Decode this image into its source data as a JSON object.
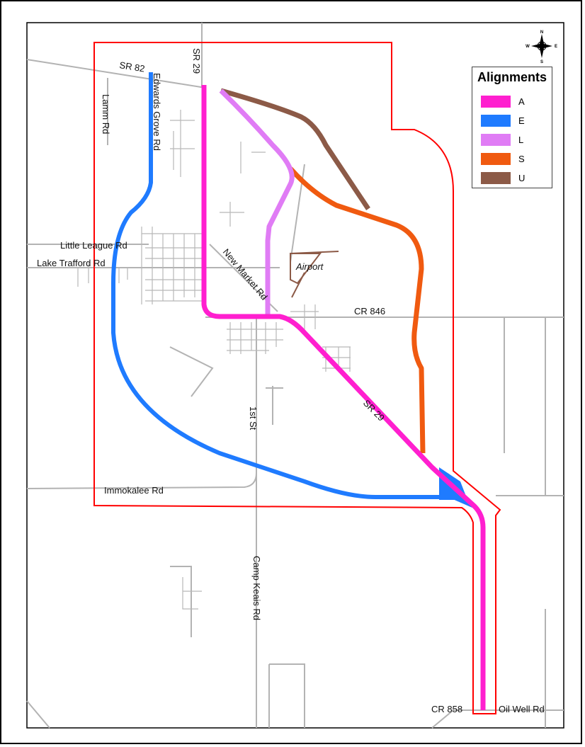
{
  "legend": {
    "title": "Alignments",
    "items": [
      {
        "label": "A",
        "color": "#ff1fcf"
      },
      {
        "label": "E",
        "color": "#1f7bff"
      },
      {
        "label": "L",
        "color": "#e07cf5"
      },
      {
        "label": "S",
        "color": "#f05a10"
      },
      {
        "label": "U",
        "color": "#8c5a47"
      }
    ]
  },
  "compass": {
    "n": "N",
    "s": "S",
    "e": "E",
    "w": "W"
  },
  "roads": {
    "sr82": "SR 82",
    "sr29_north": "SR 29",
    "sr29_south": "SR 29",
    "edwards_grove": "Edwards Grove Rd",
    "lamm": "Lamm Rd",
    "little_league": "Little League Rd",
    "lake_trafford": "Lake Trafford Rd",
    "new_market": "New Market Rd",
    "cr846": "CR 846",
    "first_st": "1st St",
    "immokalee": "Immokalee Rd",
    "camp_keais": "Camp Keais Rd",
    "cr858": "CR 858",
    "oil_well": "Oil Well Rd"
  },
  "airport": "Airport",
  "colors": {
    "study_boundary": "#ff0000",
    "road": "#b3b3b3",
    "frame": "#000000"
  }
}
